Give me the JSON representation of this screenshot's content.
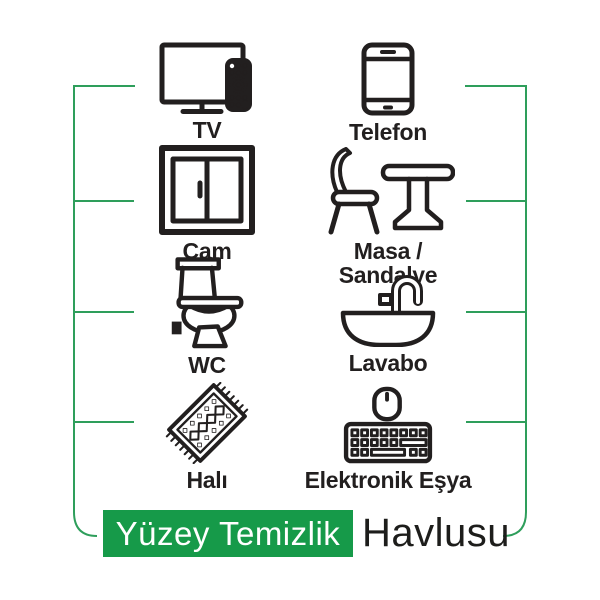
{
  "colors": {
    "ink": "#221f1f",
    "green-line": "#2e9e5b",
    "green-badge": "#169a49"
  },
  "items": [
    {
      "label": "TV",
      "icon": "tv-remote-icon"
    },
    {
      "label": "Telefon",
      "icon": "smartphone-icon"
    },
    {
      "label": "Cam",
      "icon": "window-icon"
    },
    {
      "label": "Masa / Sandalye",
      "icon": "table-chair-icon"
    },
    {
      "label": "WC",
      "icon": "toilet-icon"
    },
    {
      "label": "Lavabo",
      "icon": "sink-faucet-icon"
    },
    {
      "label": "Halı",
      "icon": "rug-icon"
    },
    {
      "label": "Elektronik Eşya",
      "icon": "keyboard-mouse-icon"
    }
  ],
  "title": {
    "highlight": "Yüzey Temizlik",
    "rest": "Havlusu"
  }
}
